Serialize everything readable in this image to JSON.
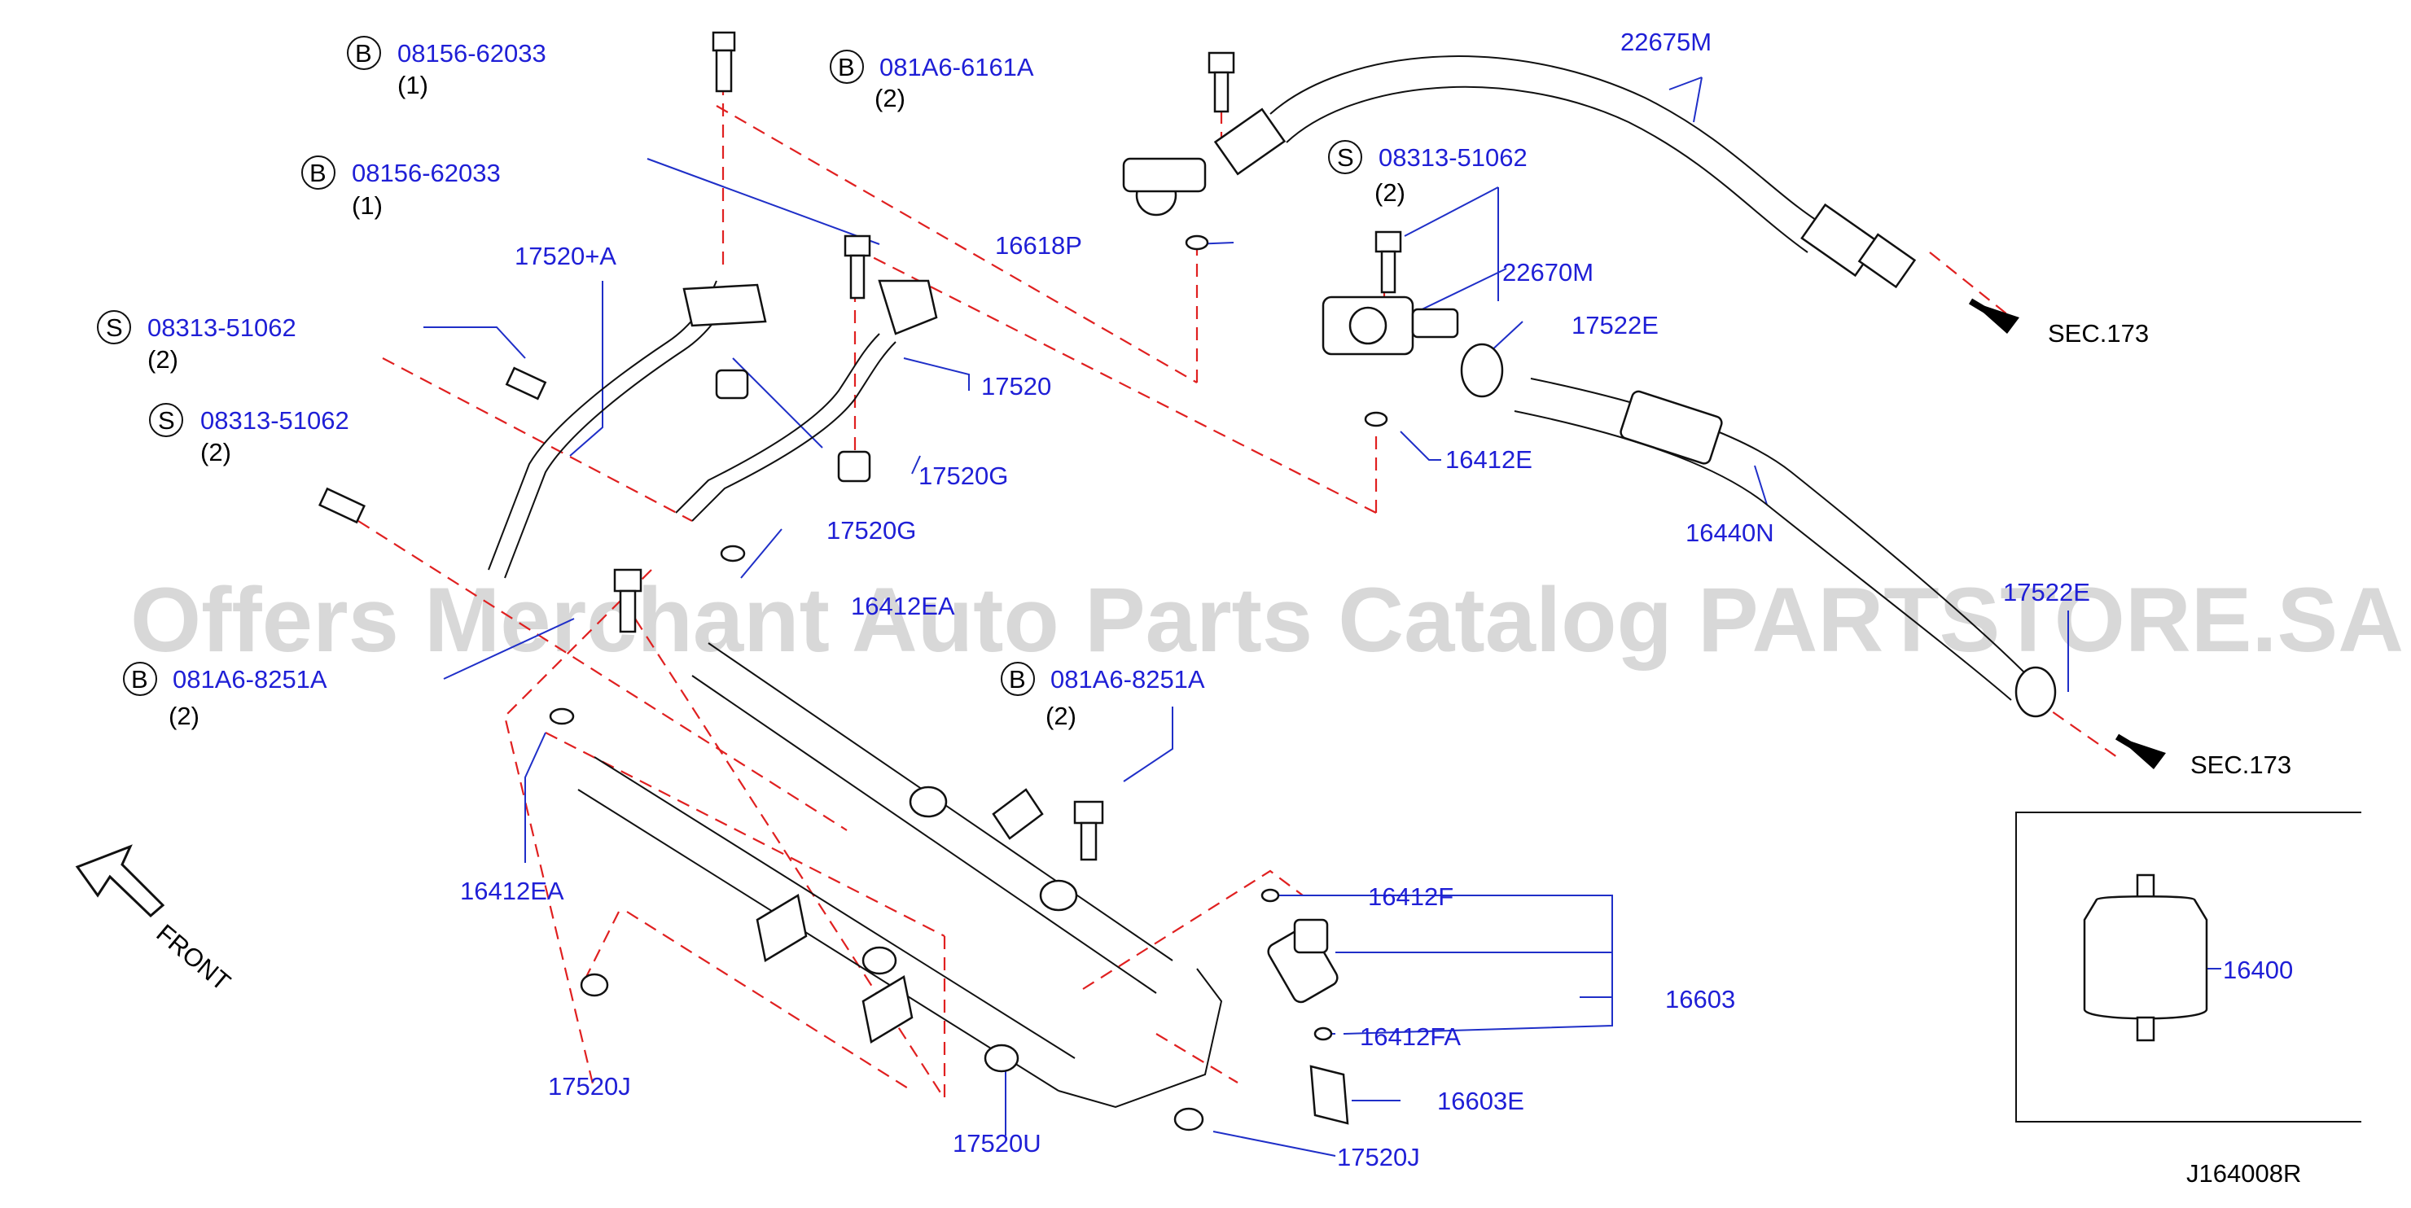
{
  "watermark": "Offers Merchant Auto Parts Catalog PARTSTORE.SA",
  "diagram_code": "J164008R",
  "front_label": "FRONT",
  "bolt_refs": [
    {
      "prefix": "B",
      "part": "08156-62033",
      "qty": "(1)"
    },
    {
      "prefix": "B",
      "part": "08156-62033",
      "qty": "(1)"
    },
    {
      "prefix": "B",
      "part": "081A6-6161A",
      "qty": "(2)"
    },
    {
      "prefix": "S",
      "part": "08313-51062",
      "qty": "(2)"
    },
    {
      "prefix": "S",
      "part": "08313-51062",
      "qty": "(2)"
    },
    {
      "prefix": "S",
      "part": "08313-51062",
      "qty": "(2)"
    },
    {
      "prefix": "B",
      "part": "081A6-8251A",
      "qty": "(2)"
    },
    {
      "prefix": "B",
      "part": "081A6-8251A",
      "qty": "(2)"
    }
  ],
  "part_labels": {
    "p22675M": "22675M",
    "p16618P": "16618P",
    "p22670M": "22670M",
    "p17522E_a": "17522E",
    "p17522E_b": "17522E",
    "p16412E": "16412E",
    "p16440N": "16440N",
    "p17520plusA": "17520+A",
    "p17520": "17520",
    "p17520G_a": "17520G",
    "p17520G_b": "17520G",
    "p16412EA_a": "16412EA",
    "p16412EA_b": "16412EA",
    "p16412F": "16412F",
    "p16603": "16603",
    "p16412FA": "16412FA",
    "p16603E": "16603E",
    "p17520J_a": "17520J",
    "p17520J_b": "17520J",
    "p17520U": "17520U",
    "p16400": "16400"
  },
  "section_refs": [
    "SEC.173",
    "SEC.173"
  ]
}
